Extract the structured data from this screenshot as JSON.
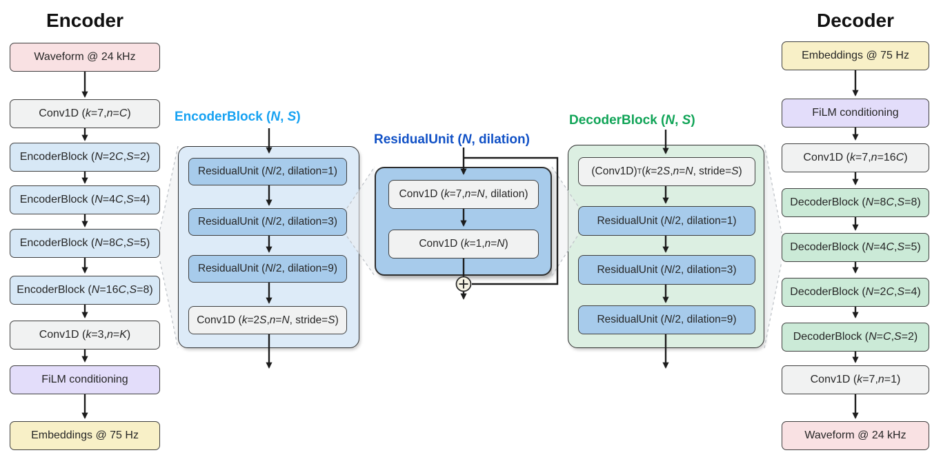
{
  "palette": {
    "waveform_pink": "#F9E1E3",
    "conv_gray": "#F1F2F2",
    "encoder_block_light_blue": "#D7E8F6",
    "residual_unit_blue": "#A7CBEB",
    "decoder_block_green": "#CBEAD7",
    "film_purple": "#E3DDFA",
    "embeddings_yellow": "#F8F0C7",
    "encoder_label_blue": "#17A2F2",
    "residual_label_blue": "#1151C6",
    "decoder_label_green": "#10A457",
    "arrow_black": "#1c1c1c"
  },
  "encoder": {
    "title": "Encoder",
    "boxes": [
      {
        "label": "Waveform @ 24 kHz"
      },
      {
        "label": "Conv1D (<i>k</i>=7, <i>n</i>=<i>C</i>)"
      },
      {
        "label": "EncoderBlock (<i>N</i>=2<i>C</i>, <i>S</i>=2)"
      },
      {
        "label": "EncoderBlock (<i>N</i>=4<i>C</i>, <i>S</i>=4)"
      },
      {
        "label": "EncoderBlock (<i>N</i>=8<i>C</i>, <i>S</i>=5)"
      },
      {
        "label": "EncoderBlock (<i>N</i>=16<i>C</i>, <i>S</i>=8)"
      },
      {
        "label": "Conv1D (<i>k</i>=3, <i>n</i>=<i>K</i>)"
      },
      {
        "label": "FiLM conditioning"
      },
      {
        "label": "Embeddings @ 75 Hz"
      }
    ]
  },
  "encoder_block_detail": {
    "title": "EncoderBlock (<i>N</i>, <i>S</i>)",
    "boxes": [
      {
        "label": "ResidualUnit (<i>N</i>/2, dilation=1)"
      },
      {
        "label": "ResidualUnit (<i>N</i>/2, dilation=3)"
      },
      {
        "label": "ResidualUnit (<i>N</i>/2, dilation=9)"
      },
      {
        "label": "Conv1D (<i>k</i>=2<i>S</i>, <i>n</i>=<i>N</i>, stride=<i>S</i>)"
      }
    ]
  },
  "residual_unit_detail": {
    "title": "ResidualUnit (<i>N</i>, dilation)",
    "boxes": [
      {
        "label": "Conv1D (<i>k</i>=7, <i>n</i>=<i>N</i>, dilation)"
      },
      {
        "label": "Conv1D (<i>k</i>=1, <i>n</i>=<i>N</i>)"
      }
    ],
    "sum_symbol": "+"
  },
  "decoder_block_detail": {
    "title": "DecoderBlock (<i>N</i>, <i>S</i>)",
    "boxes": [
      {
        "label": "(Conv1D)<sup>T</sup> (<i>k</i>=2<i>S</i>, <i>n</i>=<i>N</i>, stride=<i>S</i>)"
      },
      {
        "label": "ResidualUnit (<i>N</i>/2, dilation=1)"
      },
      {
        "label": "ResidualUnit (<i>N</i>/2, dilation=3)"
      },
      {
        "label": "ResidualUnit (<i>N</i>/2, dilation=9)"
      }
    ]
  },
  "decoder": {
    "title": "Decoder",
    "boxes": [
      {
        "label": "Embeddings @ 75 Hz"
      },
      {
        "label": "FiLM conditioning"
      },
      {
        "label": "Conv1D (<i>k</i>=7, <i>n</i>=16<i>C</i>)"
      },
      {
        "label": "DecoderBlock (<i>N</i>=8<i>C</i>, <i>S</i>=8)"
      },
      {
        "label": "DecoderBlock (<i>N</i>=4<i>C</i>, <i>S</i>=5)"
      },
      {
        "label": "DecoderBlock (<i>N</i>=2<i>C</i>, <i>S</i>=4)"
      },
      {
        "label": "DecoderBlock (<i>N</i>=<i>C</i>, <i>S</i>=2)"
      },
      {
        "label": "Conv1D (<i>k</i>=7, <i>n</i>=1)"
      },
      {
        "label": "Waveform @ 24 kHz"
      }
    ]
  }
}
